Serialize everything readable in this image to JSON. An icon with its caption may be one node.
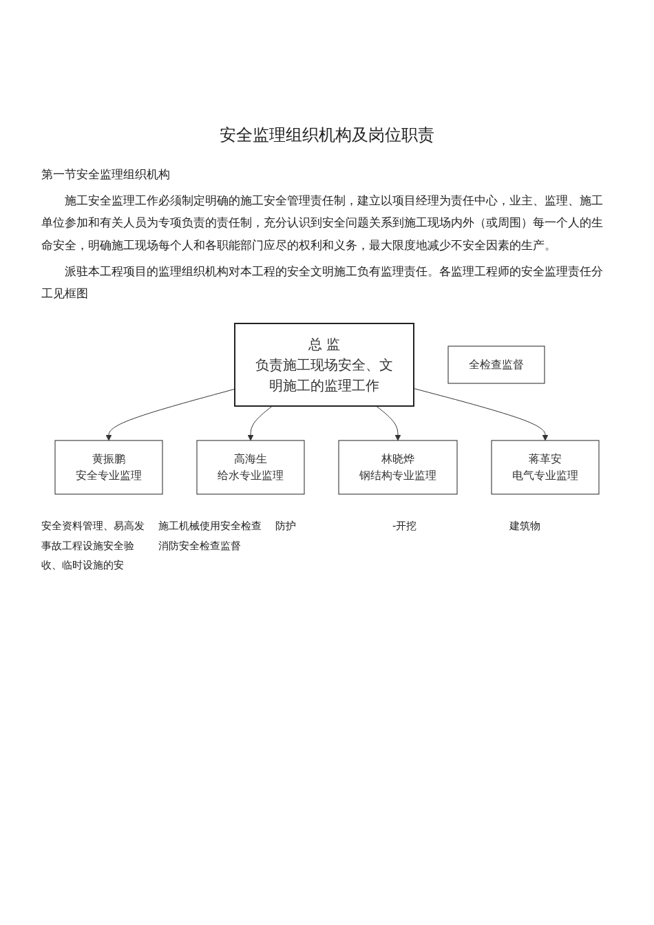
{
  "diagram": {
    "title": "安全监理组织机构及岗位职责",
    "nodes": [
      {
        "text": [
          "总 监",
          "负责施工现场安全、文明施工的监理工作"
        ]
      },
      {
        "text": [
          "黄振鹏",
          "安全专业监理"
        ]
      },
      {
        "text": [
          "高海生",
          "给水专业监理"
        ]
      },
      {
        "text": [
          "林晓烨",
          "钢结构专业监理"
        ]
      },
      {
        "text": [
          "蒋革安",
          "电气专业监理"
        ]
      },
      {
        "text": [
          "全检查监督"
        ]
      }
    ],
    "edges": [
      {
        "from": 0,
        "to": 1,
        "arrow": "to"
      },
      {
        "from": 0,
        "to": 2,
        "arrow": "to"
      },
      {
        "from": 0,
        "to": 3,
        "arrow": "to"
      },
      {
        "from": 0,
        "to": 4,
        "arrow": "to"
      }
    ],
    "labels": [
      "第一节安全监理组织机构",
      "施工安全监理工作必须制定明确的施工安全管理责任制，建立以项目经理为责任中心，业主、监理、施工单位参加和有关人员为专项负责的责任制，充分认识到安全问题关系到施工现场内外（或周围）每一个人的生命安全，明确施工现场每个人和各职能部门应尽的权利和义务，最大限度地减少不安全因素的生产。",
      "派驻本工程项目的监理组织机构对本工程的安全文明施工负有监理责任。各监理工程师的安全监理责任分工见框图",
      "安全资料管理、易高发事故工程设施安全验收、临时设施的安",
      "施工机械使用安全检查消防安全检查监督",
      "防护",
      "-开挖",
      "建筑物"
    ]
  }
}
